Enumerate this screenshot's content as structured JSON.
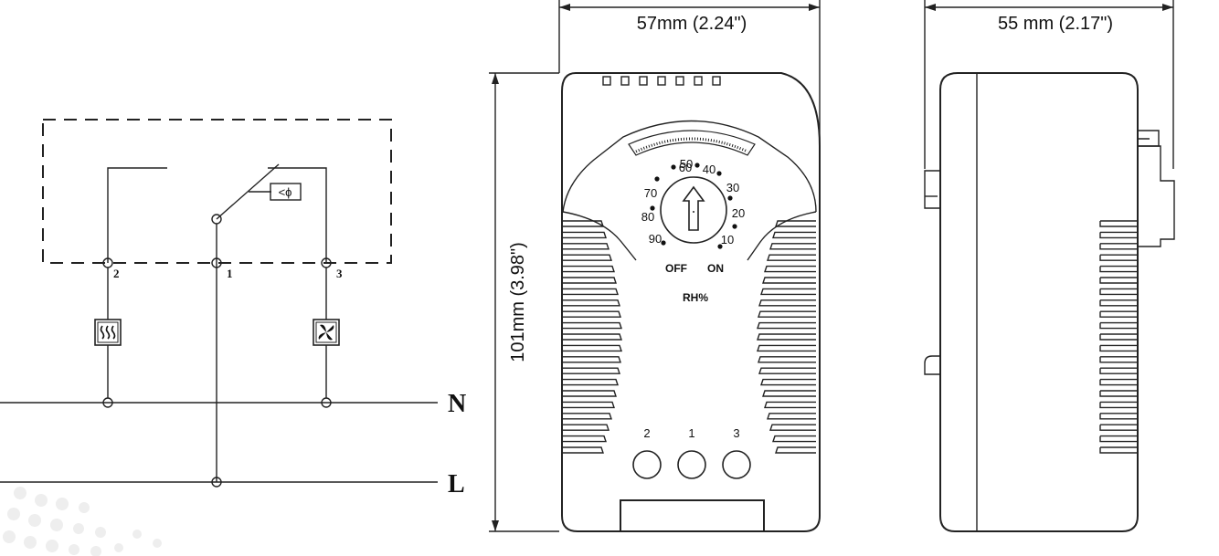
{
  "schematic": {
    "terminals": [
      "2",
      "1",
      "3"
    ],
    "buses": [
      "N",
      "L"
    ],
    "sensor_symbol": "<ϕ",
    "heater_icon": "heater-icon",
    "fan_icon": "fan-icon"
  },
  "front_view": {
    "width_label": "57mm  (2.24\")",
    "height_label": "101mm (3.98\")",
    "dial_scale": [
      "60",
      "50",
      "40",
      "70",
      "30",
      "80",
      "20",
      "90",
      "10"
    ],
    "off_label": "OFF",
    "on_label": "ON",
    "unit_label": "RH%",
    "terminals": [
      "2",
      "1",
      "3"
    ]
  },
  "side_view": {
    "depth_label": "55 mm  (2.17\")"
  },
  "colors": {
    "line": "#222222",
    "background": "#ffffff"
  }
}
